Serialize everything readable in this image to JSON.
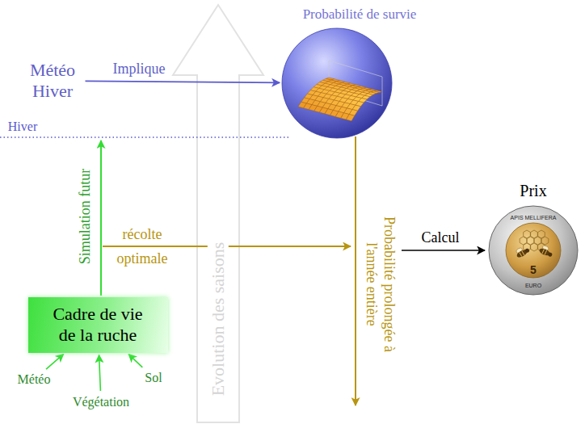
{
  "diagram": {
    "nodes": [
      {
        "text": [
          "Météo Hiver"
        ]
      },
      {
        "text": [
          "Probabilité de survie"
        ]
      },
      {
        "text": [
          "Prix",
          "APIS MELLIFERA",
          "5",
          "EURO"
        ]
      },
      {
        "text": [
          "Cadre de vie de la ruche"
        ]
      },
      {
        "text": [
          "Météo"
        ]
      },
      {
        "text": [
          "Végétation"
        ]
      },
      {
        "text": [
          "Sol"
        ]
      }
    ],
    "edges": [
      {
        "from": 0,
        "to": 1,
        "label": "Implique",
        "arrow": "to"
      },
      {
        "from": 4,
        "to": 3,
        "arrow": "to"
      },
      {
        "from": 5,
        "to": 3,
        "arrow": "to"
      },
      {
        "from": 6,
        "to": 3,
        "arrow": "to"
      }
    ],
    "labels": [
      "Hiver",
      "Simulation futur",
      "récolte optimale",
      "Evolution des saisons",
      "Probabilité prolongée à l'année entière",
      "Calcul"
    ]
  }
}
